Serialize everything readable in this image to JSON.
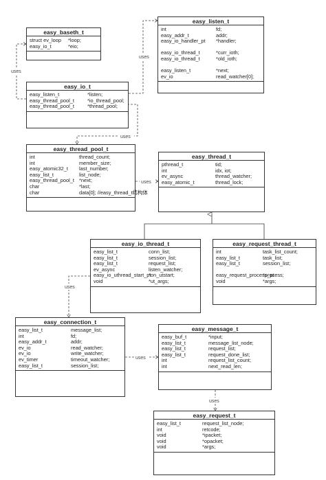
{
  "labels": {
    "uses": "uses"
  },
  "classes": {
    "easy_baseth_t": {
      "title": "easy_baseth_t",
      "fields": [
        {
          "type": "struct ev_loop",
          "name": "*loop;"
        },
        {
          "type": "easy_io_t",
          "name": "*eio;"
        }
      ]
    },
    "easy_listen_t": {
      "title": "easy_listen_t",
      "fields": [
        {
          "type": "int",
          "name": "fd;"
        },
        {
          "type": "easy_addr_t",
          "name": "addr;"
        },
        {
          "type": "easy_io_handler_pt",
          "name": "*handler;"
        },
        {
          "type": "",
          "name": ""
        },
        {
          "type": "easy_io_thread_t",
          "name": "*curr_ioth;"
        },
        {
          "type": "easy_io_thread_t",
          "name": "*old_ioth;"
        },
        {
          "type": "",
          "name": ""
        },
        {
          "type": "easy_listen_t",
          "name": "*next;"
        },
        {
          "type": "ev_io",
          "name": "read_watcher[0];"
        }
      ]
    },
    "easy_io_t": {
      "title": "easy_io_t",
      "fields": [
        {
          "type": "easy_listen_t",
          "name": "*listen;"
        },
        {
          "type": "easy_thread_pool_t",
          "name": "*io_thread_pool;"
        },
        {
          "type": "easy_thread_pool_t",
          "name": "*thread_pool;"
        }
      ]
    },
    "easy_thread_pool_t": {
      "title": "easy_thread_pool_t",
      "fields": [
        {
          "type": "int",
          "name": "thread_count;"
        },
        {
          "type": "int",
          "name": "member_size;"
        },
        {
          "type": "easy_atomic32_t",
          "name": "last_number;"
        },
        {
          "type": "easy_list_t",
          "name": "list_node;"
        },
        {
          "type": "easy_thread_pool_t",
          "name": "*next;"
        },
        {
          "type": "char",
          "name": "*last;"
        },
        {
          "type": "char",
          "name": "data[0];  //easy_thread_t结构体"
        }
      ]
    },
    "easy_thread_t": {
      "title": "easy_thread_t",
      "fields": [
        {
          "type": "pthread_t",
          "name": "tid;"
        },
        {
          "type": "int",
          "name": "idx, iot;"
        },
        {
          "type": "ev_async",
          "name": "thread_watcher;"
        },
        {
          "type": "easy_atomic_t",
          "name": "thread_lock;"
        }
      ]
    },
    "easy_io_thread_t": {
      "title": "easy_io_thread_t",
      "fields": [
        {
          "type": "easy_list_t",
          "name": "conn_list;"
        },
        {
          "type": "easy_list_t",
          "name": "session_list;"
        },
        {
          "type": "easy_list_t",
          "name": "request_list;"
        },
        {
          "type": "ev_async",
          "name": "listen_watcher;"
        },
        {
          "type": "easy_io_uthread_start_pt",
          "name": "*on_utstart;"
        },
        {
          "type": "void",
          "name": "*ut_args;"
        }
      ]
    },
    "easy_request_thread_t": {
      "title": "easy_request_thread_t",
      "fields": [
        {
          "type": "int",
          "name": "task_list_count;"
        },
        {
          "type": "easy_list_t",
          "name": "task_list;"
        },
        {
          "type": "easy_list_t",
          "name": "session_list;"
        },
        {
          "type": "",
          "name": ""
        },
        {
          "type": "easy_request_process_pt",
          "name": "*process;"
        },
        {
          "type": "void",
          "name": "*args;"
        }
      ]
    },
    "easy_connection_t": {
      "title": "easy_connection_t",
      "fields": [
        {
          "type": "easy_list_t",
          "name": "message_list;"
        },
        {
          "type": "int",
          "name": "fd;"
        },
        {
          "type": "easy_addr_t",
          "name": "addr;"
        },
        {
          "type": "ev_io",
          "name": "read_watcher;"
        },
        {
          "type": "ev_io",
          "name": "write_watcher;"
        },
        {
          "type": "ev_timer",
          "name": "timeout_watcher;"
        },
        {
          "type": "easy_list_t",
          "name": "session_list;"
        }
      ]
    },
    "easy_message_t": {
      "title": "easy_message_t",
      "fields": [
        {
          "type": "easy_buf_t",
          "name": "*input;"
        },
        {
          "type": "easy_list_t",
          "name": "message_list_node;"
        },
        {
          "type": "easy_list_t",
          "name": "request_list;"
        },
        {
          "type": "easy_list_t",
          "name": "request_done_list;"
        },
        {
          "type": "int",
          "name": "request_list_count;"
        },
        {
          "type": "int",
          "name": "next_read_len;"
        }
      ]
    },
    "easy_request_t": {
      "title": "easy_request_t",
      "fields": [
        {
          "type": "easy_list_t",
          "name": "request_list_node;"
        },
        {
          "type": "int",
          "name": "retcode;"
        },
        {
          "type": "void",
          "name": "*ipacket;"
        },
        {
          "type": "void",
          "name": "*opacket;"
        },
        {
          "type": "void",
          "name": "*args;"
        }
      ]
    }
  }
}
